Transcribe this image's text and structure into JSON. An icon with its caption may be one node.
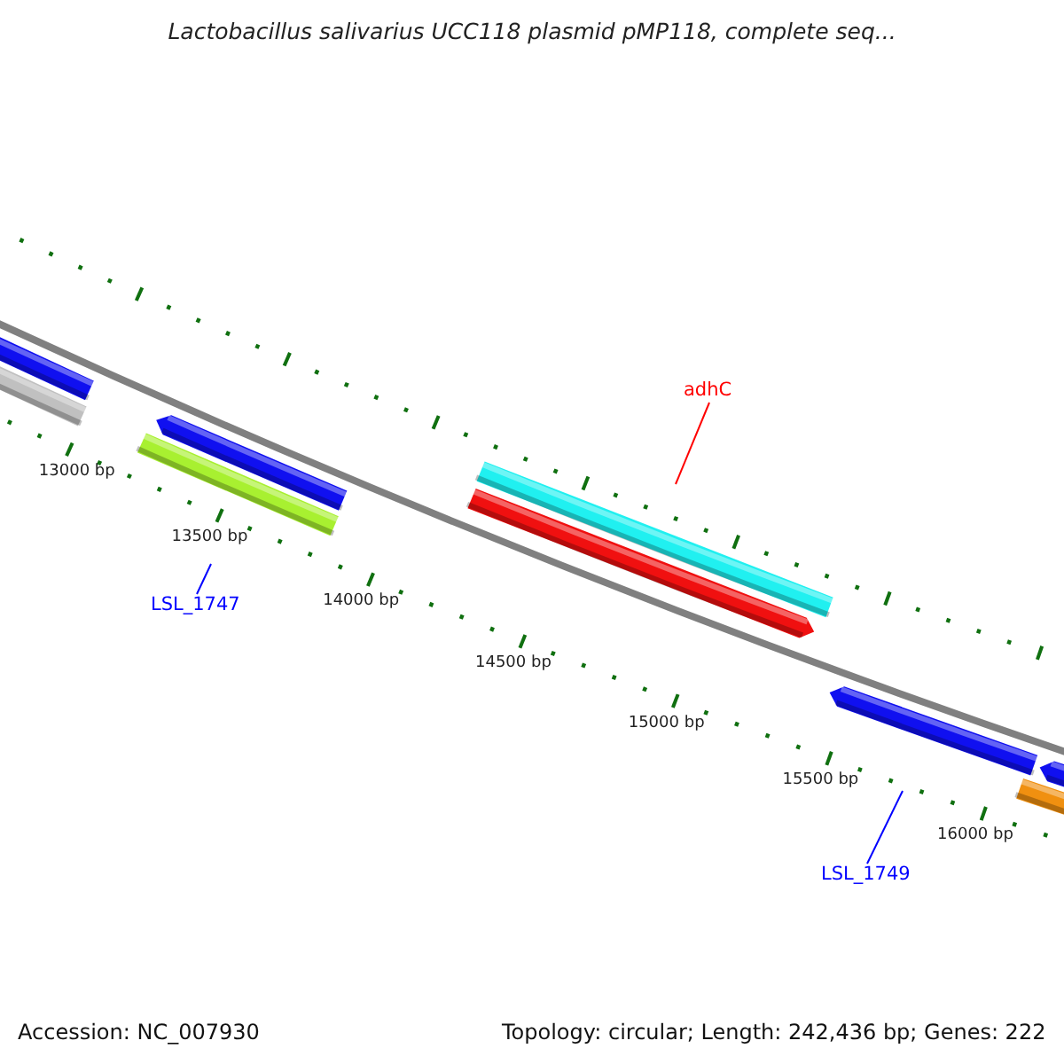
{
  "diagram": {
    "title": "Lactobacillus salivarius UCC118 plasmid pMP118, complete seq...",
    "nodes": [
      {
        "text": [
          "adhC"
        ]
      },
      {
        "text": [
          "LSL_1747"
        ]
      },
      {
        "text": [
          "LSL_1749"
        ]
      }
    ],
    "edges": [
      {
        "from": 0,
        "to": null,
        "arrow": "none",
        "color": "#ff0000"
      },
      {
        "from": 1,
        "to": null,
        "arrow": "none"
      },
      {
        "from": 2,
        "to": null,
        "arrow": "none"
      }
    ],
    "labels": [
      "13000 bp",
      "13500 bp",
      "14000 bp",
      "14500 bp",
      "15000 bp",
      "15500 bp",
      "16000 bp",
      "Accession: NC_007930",
      "Topology: circular; Length: 242,436 bp; Genes: 222"
    ]
  }
}
